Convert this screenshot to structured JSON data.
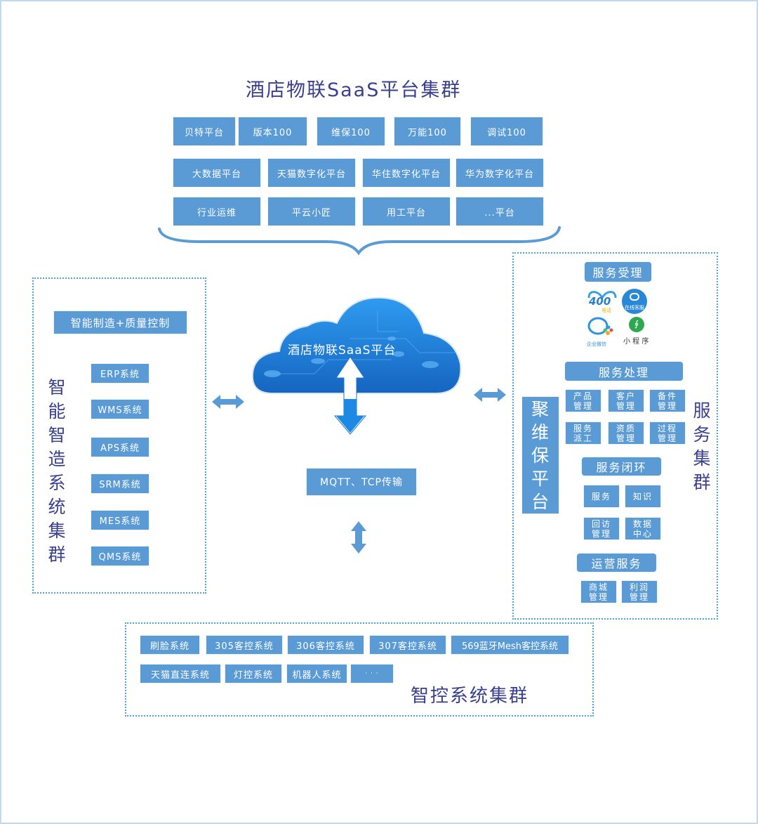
{
  "top": {
    "title": "酒店物联SaaS平台集群",
    "row1": [
      "贝特平台",
      "版本100",
      "维保100",
      "万能100",
      "调试100"
    ],
    "row2": [
      "大数据平台",
      "天猫数字化平台",
      "华住数字化平台",
      "华为数字化平台"
    ],
    "row3": [
      "行业运维",
      "平云小匠",
      "用工平台",
      "...平台"
    ]
  },
  "left": {
    "header": "智能制造+质量控制",
    "vertical_title": "智能智造系统集群",
    "systems": [
      "ERP系统",
      "WMS系统",
      "APS系统",
      "SRM系统",
      "MES系统",
      "QMS系统"
    ]
  },
  "center": {
    "cloud_label": "酒店物联SaaS平台",
    "transport_label": "MQTT、TCP传输"
  },
  "right": {
    "vertical_platform": "聚维保平台",
    "vertical_title": "服务集群",
    "service_acceptance": {
      "title": "服务受理",
      "channels": {
        "phone_400": "400",
        "phone_400_sub": "电话",
        "online_service": "在线客服",
        "wecom": "企业微信",
        "mini_program": "小 程 序"
      }
    },
    "service_processing": {
      "title": "服务处理",
      "items": [
        [
          "产品",
          "管理"
        ],
        [
          "客户",
          "管理"
        ],
        [
          "备件",
          "管理"
        ],
        [
          "服务",
          "派工"
        ],
        [
          "资质",
          "管理"
        ],
        [
          "过程",
          "管理"
        ]
      ]
    },
    "service_loop": {
      "title": "服务闭环",
      "items": [
        [
          "服务"
        ],
        [
          "知识"
        ],
        [
          "回访",
          "管理"
        ],
        [
          "数据",
          "中心"
        ]
      ]
    },
    "operations": {
      "title": "运营服务",
      "items": [
        [
          "商城",
          "管理"
        ],
        [
          "利润",
          "管理"
        ]
      ]
    }
  },
  "bottom": {
    "title": "智控系统集群",
    "row1": [
      "刷脸系统",
      "305客控系统",
      "306客控系统",
      "307客控系统",
      "569蓝牙Mesh客控系统"
    ],
    "row2": [
      "天猫直连系统",
      "灯控系统",
      "机器人系统",
      "· · ·"
    ]
  },
  "colors": {
    "box": "#5b9bd5",
    "title": "#3a3f8f",
    "dotted_border": "#4aa3df",
    "cloud": "#1e88e5"
  }
}
